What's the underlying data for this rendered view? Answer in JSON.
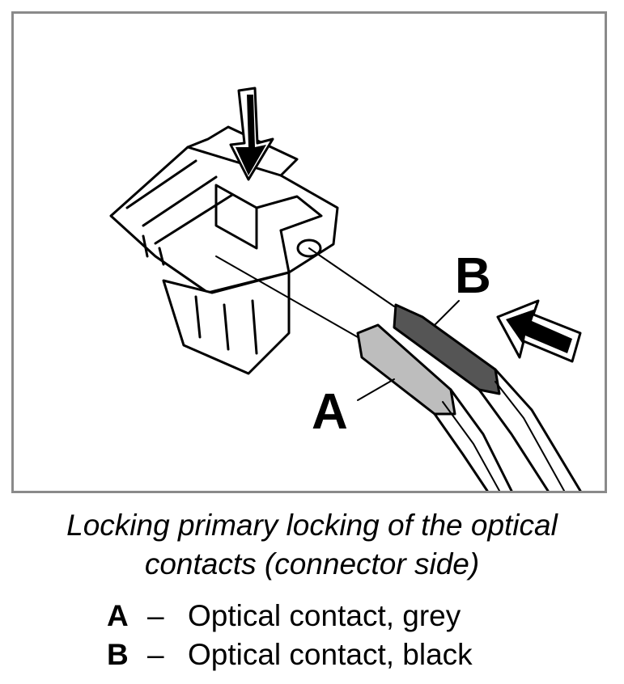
{
  "figure": {
    "callouts": {
      "a": "A",
      "b": "B"
    }
  },
  "caption": {
    "line1": "Locking primary locking of the optical",
    "line2": "contacts (connector side)"
  },
  "legend": [
    {
      "key": "A",
      "dash": "–",
      "text": "Optical contact, grey"
    },
    {
      "key": "B",
      "dash": "–",
      "text": "Optical contact, black"
    }
  ]
}
